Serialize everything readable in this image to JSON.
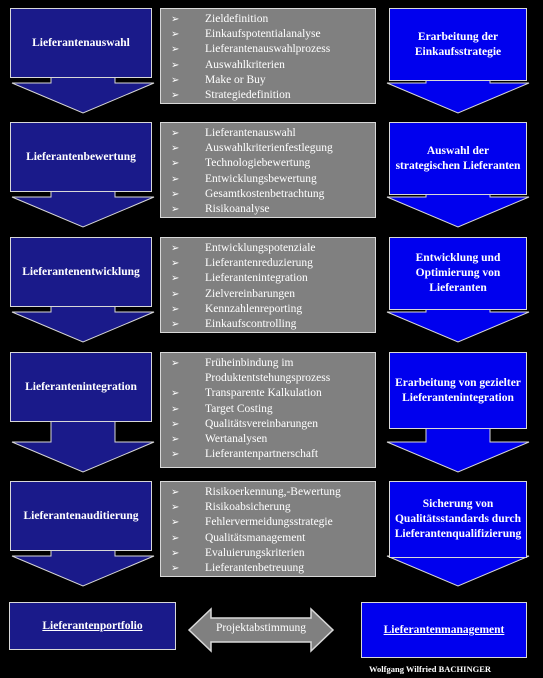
{
  "colors": {
    "background": "#000000",
    "left_box": "#1a1a8a",
    "left_arrow": "#1a1a8a",
    "middle_box": "#808080",
    "right_box": "#0000ee",
    "right_arrow": "#0000ee",
    "border": "#d8d8d8",
    "connector": "#808080"
  },
  "bullet_icon": "arrowhead-bullet",
  "stages": [
    {
      "left": "Lieferantenauswahl",
      "items": [
        "Zieldefinition",
        "Einkaufspotentialanalyse",
        "Lieferantenauswahlprozess",
        "Auswahlkriterien",
        "Make or Buy",
        "Strategiedefinition"
      ],
      "right": "Erarbeitung der Einkaufsstrategie"
    },
    {
      "left": "Lieferantenbewertung",
      "items": [
        "Lieferantenauswahl",
        "Auswahlkriterienfestlegung",
        "Technologiebewertung",
        "Entwicklungsbewertung",
        "Gesamtkostenbetrachtung",
        "Risikoanalyse"
      ],
      "right": "Auswahl der strategischen Lieferanten"
    },
    {
      "left": "Lieferantenentwicklung",
      "items": [
        "Entwicklungspotenziale",
        "Lieferantenreduzierung",
        "Lieferantenintegration",
        "Zielvereinbarungen",
        "Kennzahlenreporting",
        "Einkaufscontrolling"
      ],
      "right": "Entwicklung und Optimierung von Lieferanten"
    },
    {
      "left": "Lieferantenintegration",
      "items": [
        "Früheinbindung im Produktentstehungsprozess",
        "Transparente Kalkulation",
        "Target Costing",
        "Qualitätsvereinbarungen",
        "Wertanalysen",
        "Lieferantenpartnerschaft"
      ],
      "right": "Erarbeitung von gezielter Lieferantenintegration"
    },
    {
      "left": "Lieferantenauditierung",
      "items": [
        "Risikoerkennung,-Bewertung",
        "Risikoabsicherung",
        "Fehlervermeidungsstrategie",
        "Qualitätsmanagement",
        "Evaluierungskriterien",
        "Lieferantenbetreuung"
      ],
      "right": "Sicherung von Qualitätsstandards durch Lieferantenqualifizierung"
    }
  ],
  "bottom": {
    "left": "Lieferantenportfolio",
    "connector": "Projektabstimmung",
    "right": "Lieferantenmanagement"
  },
  "credit": "Wolfgang Wilfried BACHINGER"
}
